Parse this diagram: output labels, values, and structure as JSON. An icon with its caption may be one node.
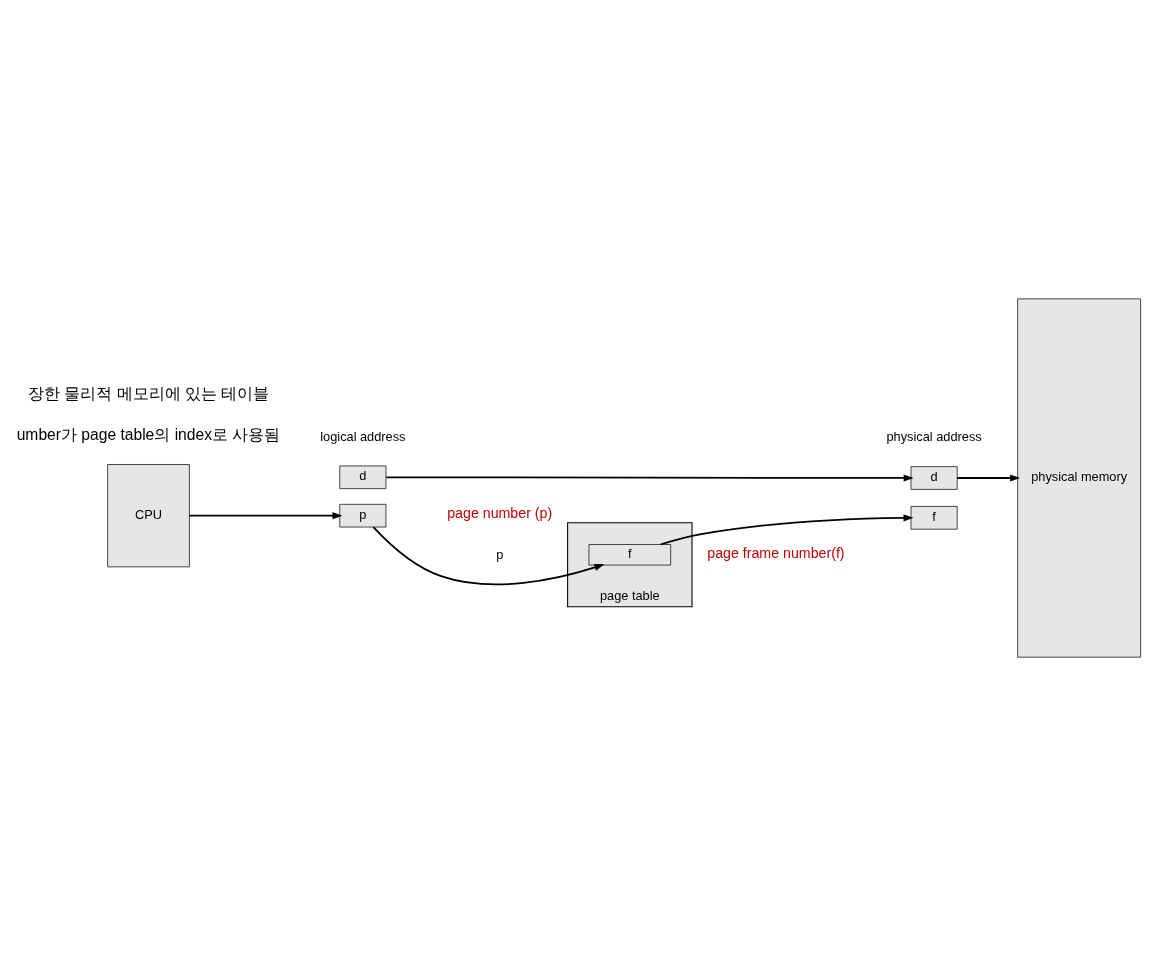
{
  "diagram": {
    "nodes": [
      {
        "text": [
          "CPU"
        ]
      },
      {
        "text": [
          "p"
        ]
      },
      {
        "text": [
          "d"
        ]
      },
      {
        "text": [
          "f"
        ]
      },
      {
        "text": [
          "d"
        ]
      },
      {
        "text": [
          "physical memory"
        ]
      },
      {
        "text": [],
        "shape": "box",
        "beside": [
          "page table"
        ]
      },
      {
        "text": [
          "f"
        ],
        "in": 6
      }
    ],
    "edges": [
      {
        "from": 0,
        "to": 1,
        "arrow": "to"
      },
      {
        "from": 2,
        "to": 4,
        "arrow": "to"
      },
      {
        "from": 1,
        "to": 7,
        "arrow": "to"
      },
      {
        "from": 7,
        "to": 3,
        "arrow": "to"
      },
      {
        "from": 4,
        "to": 5,
        "arrow": "to"
      }
    ],
    "labels": [
      "장한 물리적 메모리에 있는 테이블",
      "umber가 page table의 index로 사용됨",
      "logical address",
      "physical address",
      "p",
      "page number (p)",
      "page frame number(f)"
    ]
  }
}
